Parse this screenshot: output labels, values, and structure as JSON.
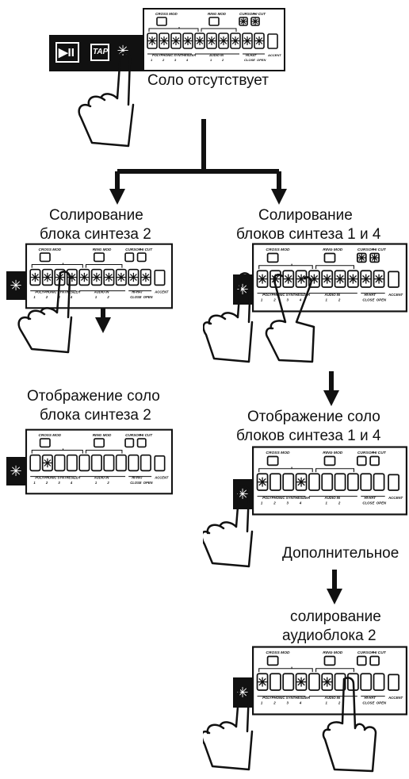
{
  "top_bar": {
    "play_label": "▶II",
    "tap_label": "TAP"
  },
  "captions": {
    "no_solo": "Соло отсутствует",
    "solo_block2_line1": "Солирование",
    "solo_block2_line2": "блока синтеза 2",
    "solo_blocks14_line1": "Солирование",
    "solo_blocks14_line2": "блоков синтеза 1 и 4",
    "display_block2_line1": "Отображение соло",
    "display_block2_line2": "блока синтеза 2",
    "display_blocks14_line1": "Отображение соло",
    "display_blocks14_line2": "блоков синтеза 1 и 4",
    "additional": "Дополнительное",
    "audio_line1": "солирование",
    "audio_line2": "аудиоблока 2"
  },
  "panel_labels": {
    "cross_mod": "CROSS MOD",
    "ring_mod": "RING MOD",
    "cursor": "CURSOR",
    "hi_cut": "HI CUT",
    "synth_group": "POLYPHONIC SYNTHESIZER",
    "audio_in": "AUDIO IN",
    "hi_hat": "HI-HAT",
    "close": "CLOSE",
    "open": "OPEN",
    "accent": "ACCENT",
    "n1": "1",
    "n2": "2",
    "n3": "3",
    "n4": "4"
  }
}
